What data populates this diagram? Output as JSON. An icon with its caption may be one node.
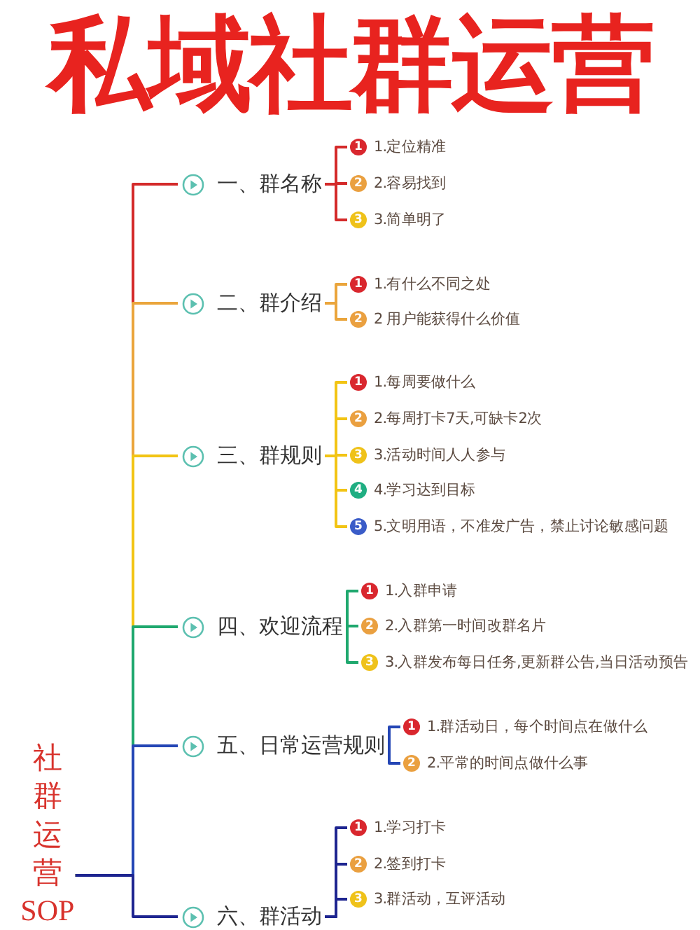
{
  "diagram": {
    "title": "私域社群运营",
    "nodes": [
      {
        "text": [
          "社群运营SOP"
        ]
      },
      {
        "text": [
          "一、群名称"
        ]
      },
      {
        "text": [
          "1",
          "1.定位精准"
        ]
      },
      {
        "text": [
          "2",
          "2.容易找到"
        ]
      },
      {
        "text": [
          "3",
          "3.简单明了"
        ]
      },
      {
        "text": [
          "二、群介绍"
        ]
      },
      {
        "text": [
          "1",
          "1.有什么不同之处"
        ]
      },
      {
        "text": [
          "2",
          "2 用户能获得什么价值"
        ]
      },
      {
        "text": [
          "三、群规则"
        ]
      },
      {
        "text": [
          "1",
          "1.每周要做什么"
        ]
      },
      {
        "text": [
          "2",
          "2.每周打卡7天,可缺卡2次"
        ]
      },
      {
        "text": [
          "3",
          "3.活动时间人人参与"
        ]
      },
      {
        "text": [
          "4",
          "4.学习达到目标"
        ]
      },
      {
        "text": [
          "5",
          "5.文明用语，不准发广告，禁止讨论敏感问题"
        ]
      },
      {
        "text": [
          "四、欢迎流程"
        ]
      },
      {
        "text": [
          "1",
          "1.入群申请"
        ]
      },
      {
        "text": [
          "2",
          "2.入群第一时间改群名片"
        ]
      },
      {
        "text": [
          "3",
          "3.入群发布每日任务,更新群公告,当日活动预告"
        ]
      },
      {
        "text": [
          "五、日常运营规则"
        ]
      },
      {
        "text": [
          "1",
          "1.群活动日，每个时间点在做什么"
        ]
      },
      {
        "text": [
          "2",
          "2.平常的时间点做什么事"
        ]
      },
      {
        "text": [
          "六、群活动"
        ]
      },
      {
        "text": [
          "1",
          "1.学习打卡"
        ]
      },
      {
        "text": [
          "2",
          "2.签到打卡"
        ]
      },
      {
        "text": [
          "3",
          "3.群活动，互评活动"
        ]
      }
    ],
    "edges": [
      {
        "from": 0,
        "to": 1,
        "arrow": "none",
        "color": "#d42a2a"
      },
      {
        "from": 0,
        "to": 5,
        "arrow": "none",
        "color": "#eaa53c"
      },
      {
        "from": 0,
        "to": 8,
        "arrow": "none",
        "color": "#f2c414"
      },
      {
        "from": 0,
        "to": 14,
        "arrow": "none",
        "color": "#1fa86e"
      },
      {
        "from": 0,
        "to": 18,
        "arrow": "none",
        "color": "#2446b5"
      },
      {
        "from": 0,
        "to": 21,
        "arrow": "none",
        "color": "#1e2590"
      },
      {
        "from": 1,
        "to": 2,
        "arrow": "none",
        "color": "#d42a2a"
      },
      {
        "from": 1,
        "to": 3,
        "arrow": "none",
        "color": "#d42a2a"
      },
      {
        "from": 1,
        "to": 4,
        "arrow": "none",
        "color": "#d42a2a"
      },
      {
        "from": 5,
        "to": 6,
        "arrow": "none",
        "color": "#eaa53c"
      },
      {
        "from": 5,
        "to": 7,
        "arrow": "none",
        "color": "#eaa53c"
      },
      {
        "from": 8,
        "to": 9,
        "arrow": "none",
        "color": "#f2c414"
      },
      {
        "from": 8,
        "to": 10,
        "arrow": "none",
        "color": "#f2c414"
      },
      {
        "from": 8,
        "to": 11,
        "arrow": "none",
        "color": "#f2c414"
      },
      {
        "from": 8,
        "to": 12,
        "arrow": "none",
        "color": "#f2c414"
      },
      {
        "from": 8,
        "to": 13,
        "arrow": "none",
        "color": "#f2c414"
      },
      {
        "from": 14,
        "to": 15,
        "arrow": "none",
        "color": "#1fa86e"
      },
      {
        "from": 14,
        "to": 16,
        "arrow": "none",
        "color": "#1fa86e"
      },
      {
        "from": 14,
        "to": 17,
        "arrow": "none",
        "color": "#1fa86e"
      },
      {
        "from": 18,
        "to": 19,
        "arrow": "none",
        "color": "#2446b5"
      },
      {
        "from": 18,
        "to": 20,
        "arrow": "none",
        "color": "#2446b5"
      },
      {
        "from": 21,
        "to": 22,
        "arrow": "none",
        "color": "#1e2590"
      },
      {
        "from": 21,
        "to": 23,
        "arrow": "none",
        "color": "#1e2590"
      },
      {
        "from": 21,
        "to": 24,
        "arrow": "none",
        "color": "#1e2590"
      }
    ]
  }
}
